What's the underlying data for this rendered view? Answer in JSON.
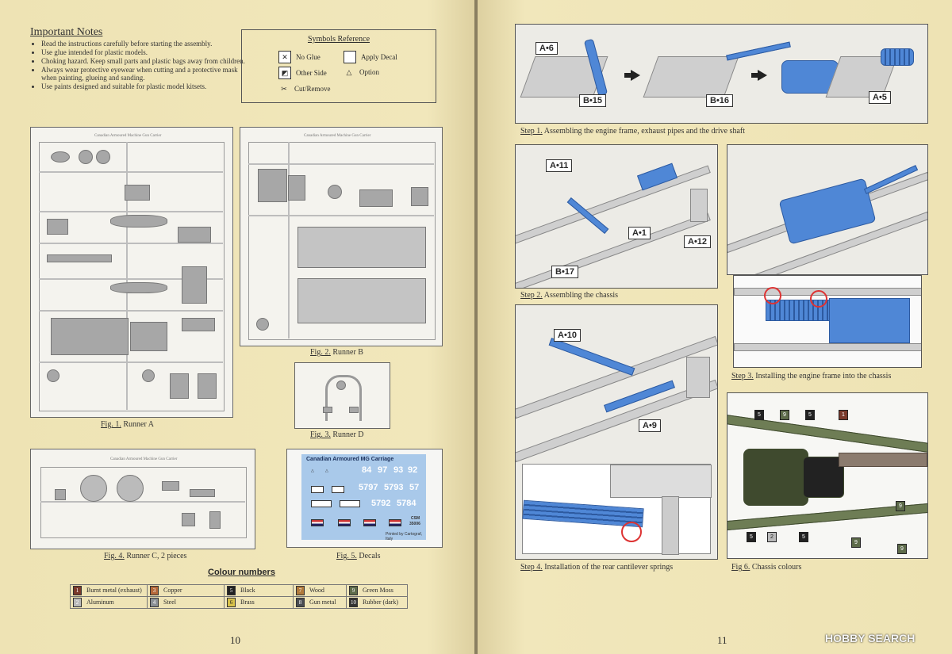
{
  "left_page": {
    "notes": {
      "title": "Important Notes",
      "items": [
        "Read the instructions carefully before starting the assembly.",
        "Use glue intended for plastic models.",
        "Choking hazard. Keep small parts and plastic bags away from children.",
        "Always wear protective eyewear when cutting and a protective mask when painting, glueing and sanding.",
        "Use paints designed and suitable for plastic model kitsets."
      ]
    },
    "symbols": {
      "title": "Symbols Reference",
      "no_glue": "No Glue",
      "apply_decal": "Apply Decal",
      "other_side": "Other Side",
      "option": "Option",
      "cut_remove": "Cut/Remove"
    },
    "figures": {
      "fig1": {
        "num": "Fig. 1.",
        "text": " Runner A",
        "runner_label": "Canadian Armoured Machine Gun Carrier"
      },
      "fig2": {
        "num": "Fig. 2.",
        "text": " Runner B",
        "runner_label": "Canadian Armoured Machine Gun Carrier"
      },
      "fig3": {
        "num": "Fig. 3.",
        "text": " Runner D"
      },
      "fig4": {
        "num": "Fig. 4.",
        "text": " Runner C, 2 pieces",
        "runner_label": "Canadian Armoured Machine Gun Carrier"
      },
      "fig5": {
        "num": "Fig. 5.",
        "text": " Decals"
      }
    },
    "decals": {
      "title": "Canadian Armoured MG Carriage",
      "row1": [
        "84",
        "97",
        "93",
        "92"
      ],
      "row2": [
        "5797",
        "5793",
        "57"
      ],
      "row3": [
        "5792",
        "5784"
      ],
      "csm": "CSM",
      "code": "35006",
      "printer": "Printed by Cartograf, Italy"
    },
    "colours": {
      "title": "Colour numbers",
      "items": [
        {
          "n": "1",
          "name": "Burnt metal (exhaust)",
          "color": "#7a3a2c"
        },
        {
          "n": "3",
          "name": "Copper",
          "color": "#b5683a"
        },
        {
          "n": "5",
          "name": "Black",
          "color": "#222222"
        },
        {
          "n": "7",
          "name": "Wood",
          "color": "#b07a3c"
        },
        {
          "n": "9",
          "name": "Green Moss",
          "color": "#5d6b4a"
        },
        {
          "n": "2",
          "name": "Aluminum",
          "color": "#b9b9b9"
        },
        {
          "n": "4",
          "name": "Steel",
          "color": "#8a8f94"
        },
        {
          "n": "6",
          "name": "Brass",
          "color": "#d8c24a"
        },
        {
          "n": "8",
          "name": "Gun metal",
          "color": "#4a4d52"
        },
        {
          "n": "10",
          "name": "Rubber (dark)",
          "color": "#333333"
        }
      ]
    },
    "page_number": "10"
  },
  "right_page": {
    "steps": {
      "step1": {
        "num": "Step 1.",
        "text": " Assembling the engine frame, exhaust pipes and the drive shaft",
        "labels": [
          "A•6",
          "B•15",
          "B•16",
          "A•5"
        ]
      },
      "step2": {
        "num": "Step 2.",
        "text": " Assembling the chassis",
        "labels": [
          "A•11",
          "A•1",
          "A•12",
          "B•17"
        ]
      },
      "step3": {
        "num": "Step 3.",
        "text": " Installing the engine frame into the chassis"
      },
      "step4": {
        "num": "Step 4.",
        "text": " Installation of the rear cantilever springs",
        "labels": [
          "A•10",
          "A•9"
        ]
      },
      "fig6": {
        "num": "Fig 6.",
        "text": " Chassis colours",
        "tags": [
          "5",
          "9",
          "5",
          "1",
          "9",
          "5",
          "2",
          "5",
          "9",
          "9"
        ]
      }
    },
    "page_number": "11"
  },
  "watermark": "HOBBY SEARCH"
}
